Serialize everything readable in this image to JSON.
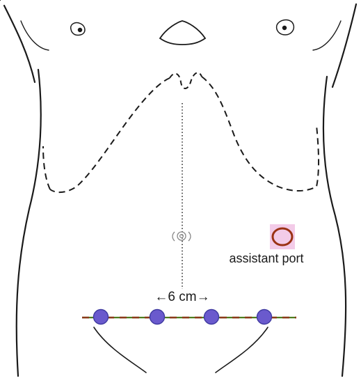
{
  "labels": {
    "assistant": "assistant port",
    "spacing": "6 cm"
  },
  "colors": {
    "outline": "#1a1a1a",
    "port_fill": "#6a5acd",
    "port_stroke": "#3f3aa0",
    "port_line_green": "#4e7d1e",
    "port_line_brown": "#8b3a1a",
    "assistant_ring": "#9b3214",
    "assistant_highlight": "#f3cbe8"
  },
  "ports": {
    "count": 4
  }
}
